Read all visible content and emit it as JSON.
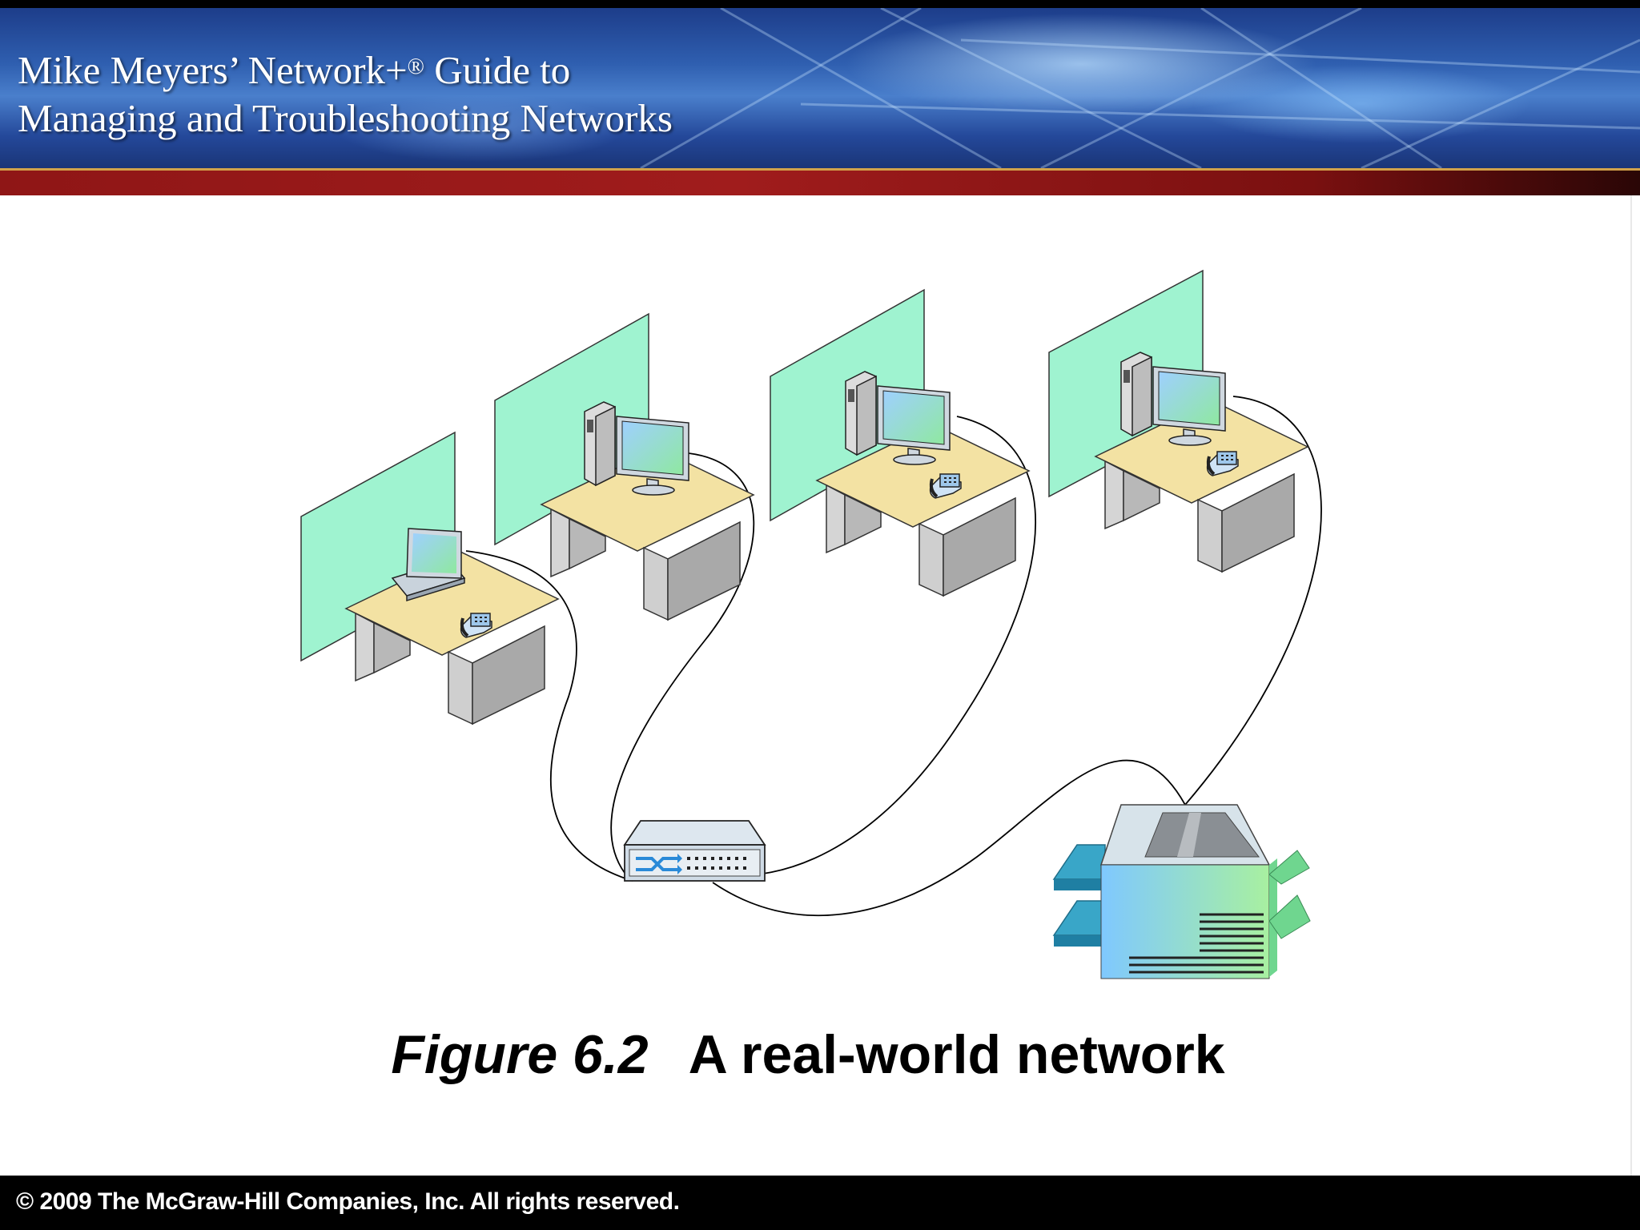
{
  "header": {
    "title_line1": "Mike Meyers’ Network+",
    "title_mark": "®",
    "title_line1_end": " Guide to",
    "title_line2": "Managing and Troubleshooting Networks"
  },
  "figure": {
    "label": "Figure 6.2",
    "title": "A real-world network",
    "nodes": [
      {
        "icon": "laptop-icon"
      },
      {
        "icon": "desktop-computer-icon"
      },
      {
        "icon": "desktop-computer-icon"
      },
      {
        "icon": "desktop-computer-icon"
      },
      {
        "icon": "switch-icon"
      },
      {
        "icon": "printer-icon"
      }
    ]
  },
  "footer": {
    "copyright": "© 2009 The McGraw-Hill Companies, Inc. All rights reserved."
  }
}
